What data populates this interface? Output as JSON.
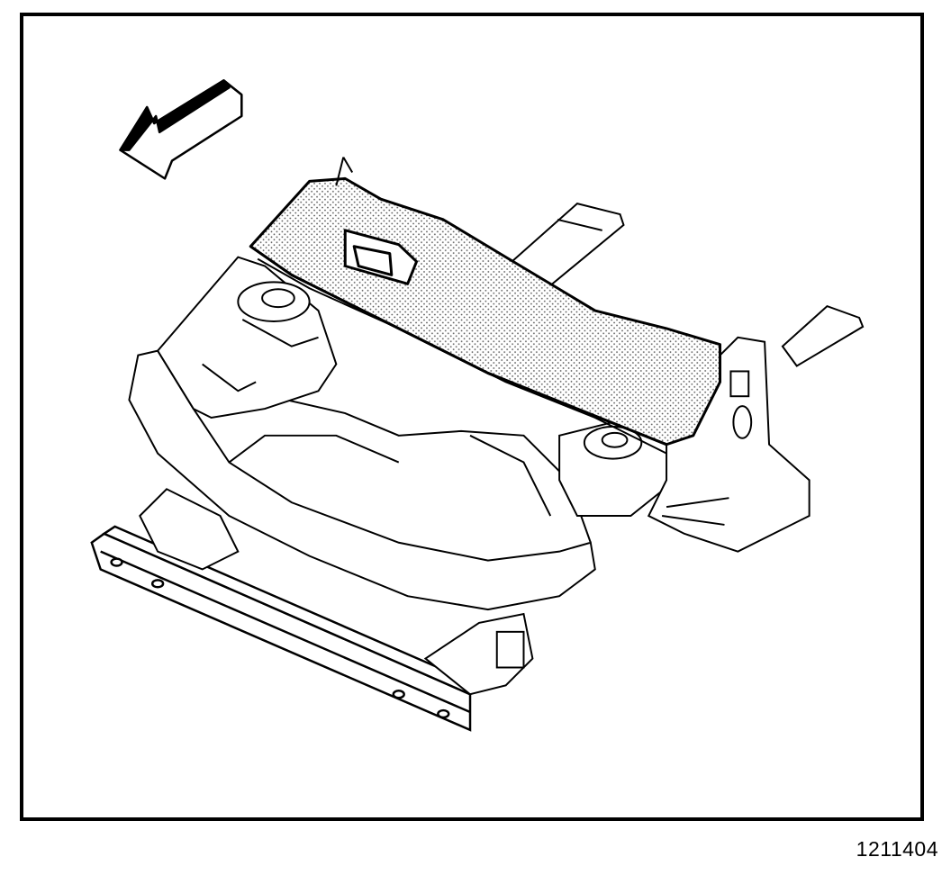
{
  "figure": {
    "number": "1211404"
  },
  "highlight": {
    "part": "cowl-panel",
    "fill": "stippled"
  },
  "colors": {
    "line": "#000000",
    "paper": "#ffffff",
    "highlight_dots": "#555555"
  },
  "icons": {
    "direction_arrow": "front-direction-arrow-icon"
  }
}
